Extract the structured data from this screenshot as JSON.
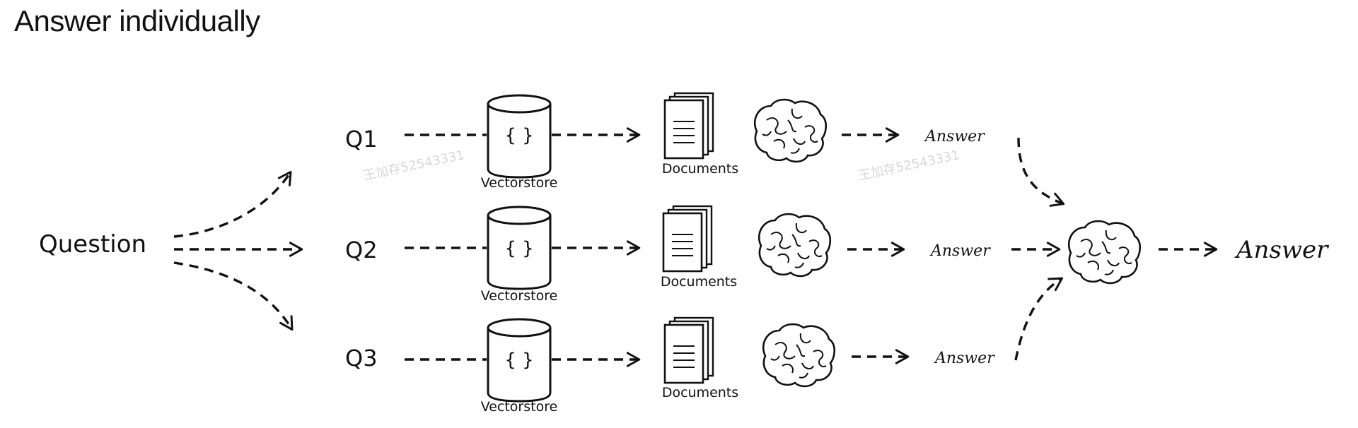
{
  "title": "Answer individually",
  "source": {
    "label": "Question"
  },
  "questions": [
    {
      "label": "Q1",
      "store": "Vectorstore",
      "store_glyph": "{ }",
      "docs": "Documents",
      "answer": "Answer"
    },
    {
      "label": "Q2",
      "store": "Vectorstore",
      "store_glyph": "{ }",
      "docs": "Documents",
      "answer": "Answer"
    },
    {
      "label": "Q3",
      "store": "Vectorstore",
      "store_glyph": "{ }",
      "docs": "Documents",
      "answer": "Answer"
    }
  ],
  "final": {
    "label": "Answer"
  },
  "watermark": "王加存52543331",
  "icons": [
    "database-icon",
    "documents-icon",
    "brain-icon",
    "dashed-arrow-icon"
  ],
  "colors": {
    "ink": "#111111",
    "background": "#ffffff",
    "watermark": "#d8d8d8"
  }
}
